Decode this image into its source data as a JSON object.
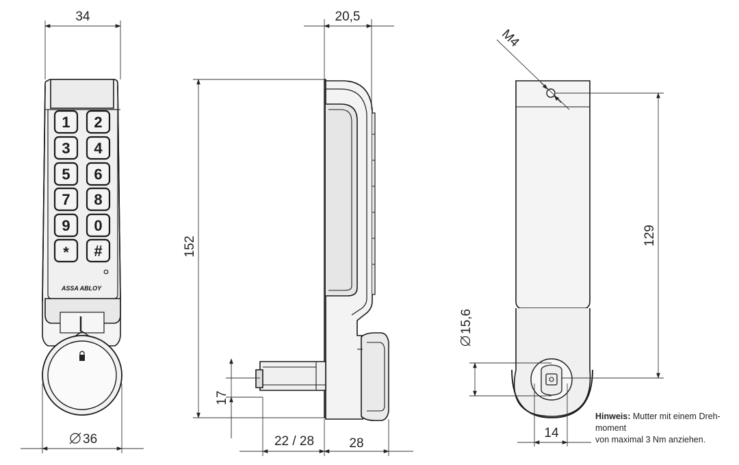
{
  "dimensions": {
    "front_width": "34",
    "front_bottom_diameter": "36",
    "side_depth": "20,5",
    "side_height": "152",
    "side_shaft": "17",
    "side_bottom_left": "22 / 28",
    "side_bottom_right": "28",
    "rear_thread": "M4",
    "rear_height": "129",
    "rear_hole_diameter": "15,6",
    "rear_bottom_width": "14"
  },
  "keypad": {
    "keys": [
      "1",
      "2",
      "3",
      "4",
      "5",
      "6",
      "7",
      "8",
      "9",
      "0",
      "*",
      "#"
    ],
    "brand": "ASSA ABLOY"
  },
  "note": {
    "label": "Hinweis:",
    "line1": "Mutter mit einem Dreh-",
    "line2": "moment",
    "line3": "von maximal 3 Nm anziehen."
  },
  "colors": {
    "line": "#1a1a1a",
    "body": "#f2f2f2",
    "shade": "#dcdcdc"
  }
}
